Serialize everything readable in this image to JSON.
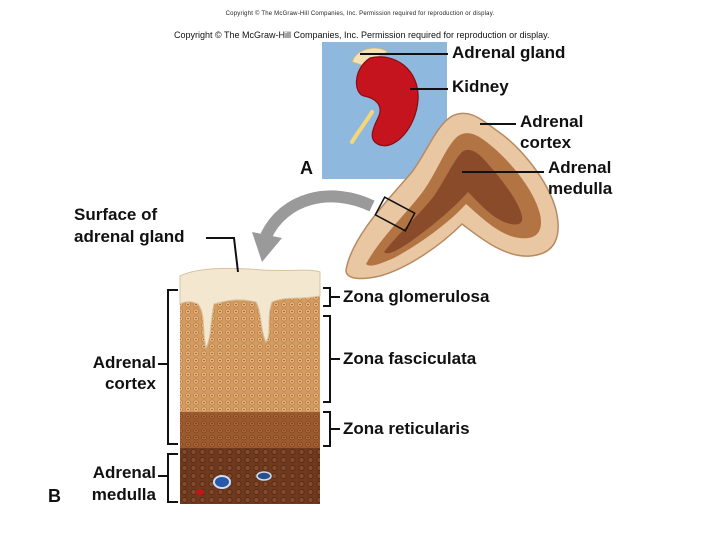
{
  "copyright_small": "Copyright © The McGraw-Hill Companies, Inc. Permission required for reproduction or display.",
  "copyright_main": "Copyright © The McGraw-Hill Companies, Inc. Permission required for reproduction or display.",
  "panel_a": {
    "letter": "A",
    "labels": {
      "adrenal_gland": "Adrenal gland",
      "kidney": "Kidney",
      "adrenal_cortex_line1": "Adrenal",
      "adrenal_cortex_line2": "cortex",
      "adrenal_medulla_line1": "Adrenal",
      "adrenal_medulla_line2": "medulla"
    }
  },
  "panel_b": {
    "letter": "B",
    "labels": {
      "surface_line1": "Surface of",
      "surface_line2": "adrenal gland",
      "cortex_line1": "Adrenal",
      "cortex_line2": "cortex",
      "medulla_line1": "Adrenal",
      "medulla_line2": "medulla",
      "zona_glomerulosa": "Zona glomerulosa",
      "zona_fasciculata": "Zona fasciculata",
      "zona_reticularis": "Zona reticularis"
    }
  },
  "colors": {
    "kidney_background": "#8fb8df",
    "kidney": "#c5141d",
    "gland_outer": "#e9c7a3",
    "gland_inner": "#8a4b2a",
    "fasciculata": "#d49a5c",
    "reticularis": "#9c5a2e",
    "medulla": "#6e3a1e"
  }
}
